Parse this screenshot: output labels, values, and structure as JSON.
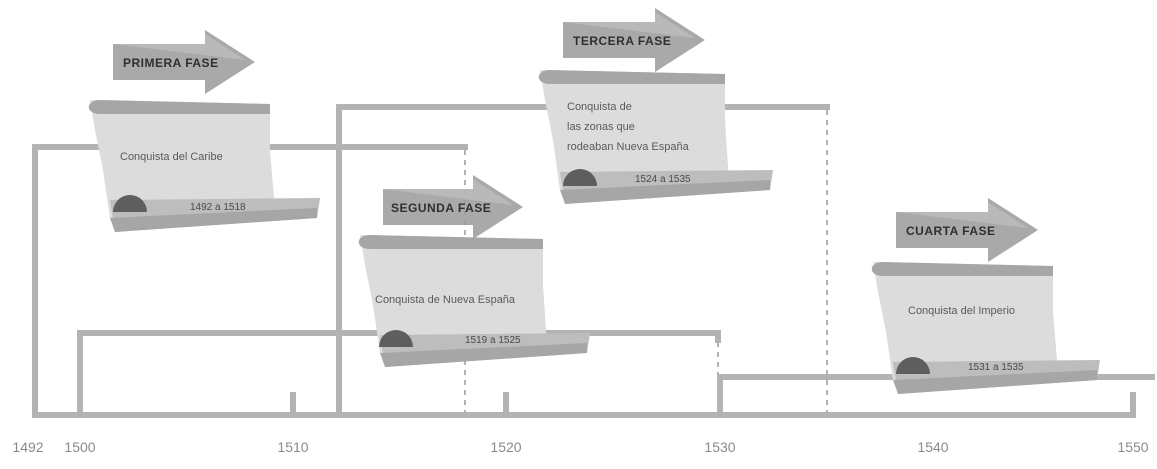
{
  "timeline": {
    "ticks": [
      {
        "label": "1492",
        "year": 1492
      },
      {
        "label": "1500",
        "year": 1500
      },
      {
        "label": "1510",
        "year": 1510
      },
      {
        "label": "1520",
        "year": 1520
      },
      {
        "label": "1530",
        "year": 1530
      },
      {
        "label": "1540",
        "year": 1540
      },
      {
        "label": "1550",
        "year": 1550
      }
    ]
  },
  "phases": [
    {
      "title": "PRIMERA FASE",
      "lines": [
        "Conquista del Caribe"
      ],
      "dates": "1492 a 1518"
    },
    {
      "title": "SEGUNDA FASE",
      "lines": [
        "Conquista de Nueva España"
      ],
      "dates": "1519 a 1525"
    },
    {
      "title": "TERCERA FASE",
      "lines": [
        "Conquista de",
        "las zonas que",
        "rodeaban Nueva España"
      ],
      "dates": "1524 a 1535"
    },
    {
      "title": "CUARTA FASE",
      "lines": [
        "Conquista del Imperio"
      ],
      "dates": "1531 a 1535"
    }
  ],
  "colors": {
    "line": "#b3b3b3",
    "scroll_fill": "#dcdcdc",
    "scroll_dark": "#a6a6a6",
    "arrow_fill": "#9a9a9a",
    "seal": "#5e5e5e"
  }
}
